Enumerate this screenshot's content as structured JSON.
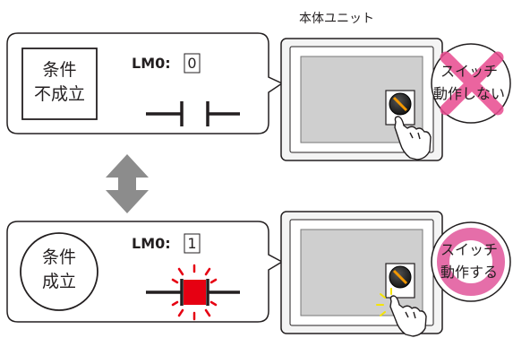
{
  "unit_label": "本体ユニット",
  "top_panel": {
    "condition_lines": [
      "条件",
      "不成立"
    ],
    "device_label": "LM0:",
    "device_value": "0",
    "result_lines": [
      "スイッチ",
      "動作しない"
    ]
  },
  "bottom_panel": {
    "condition_lines": [
      "条件",
      "成立"
    ],
    "device_label": "LM0:",
    "device_value": "1",
    "result_lines": [
      "スイッチ",
      "動作する"
    ]
  },
  "colors": {
    "contact_on": "#e60012",
    "cross_mark": "#e84a8f",
    "circle_mark": "#e0559a",
    "arrow": "#8c8c8c",
    "screen": "#cfcfcf"
  }
}
